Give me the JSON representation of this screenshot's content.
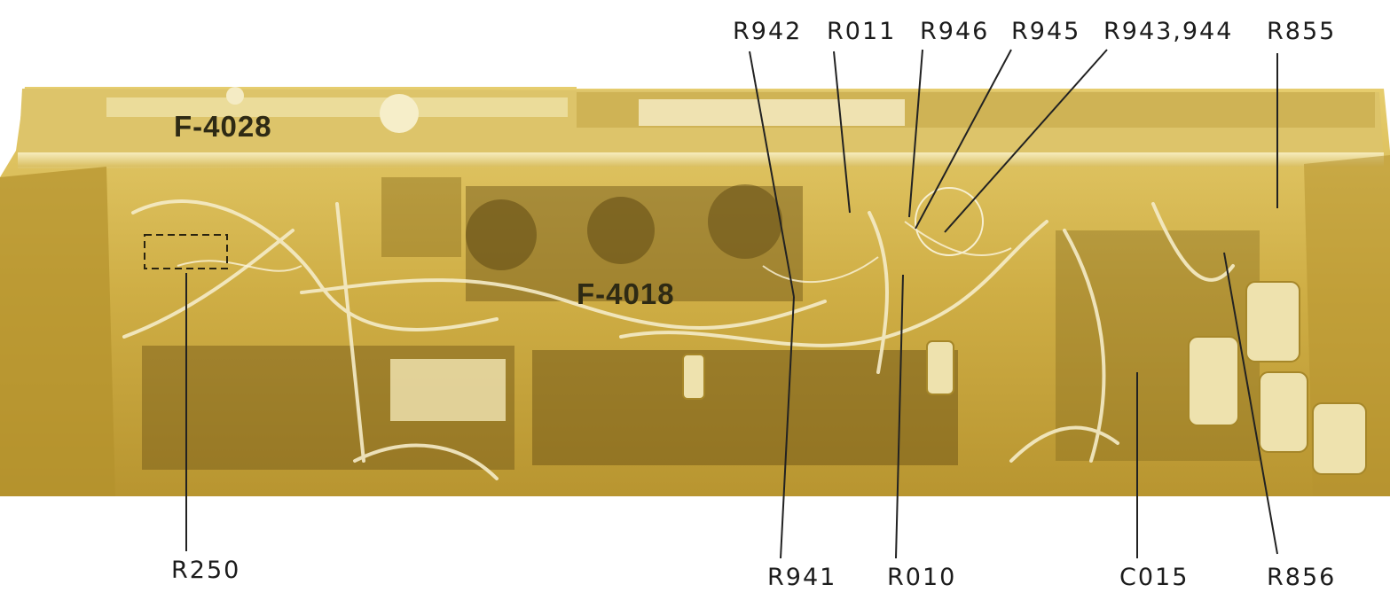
{
  "board_labels": {
    "upper_board": "F-4028",
    "main_board": "F-4018"
  },
  "top_callouts": [
    "R942",
    "R011",
    "R946",
    "R945",
    "R943,944",
    "R855"
  ],
  "bottom_callouts": [
    "R250",
    "R941",
    "R010",
    "C015",
    "R856"
  ],
  "colors": {
    "photo_base": "#c9a93a",
    "photo_light": "#ecd98a",
    "photo_dark": "#6b5414",
    "leader_line": "#222222",
    "text": "#1c1c1c"
  }
}
